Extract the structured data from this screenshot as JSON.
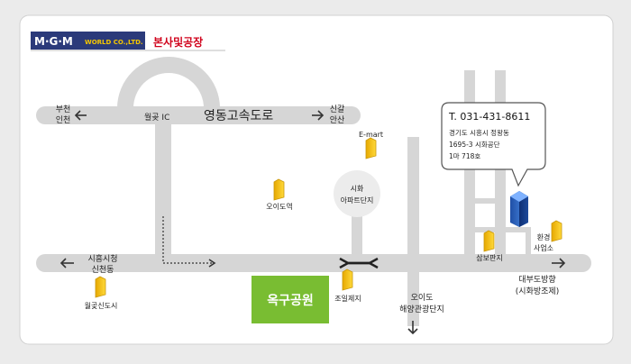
{
  "header": {
    "logo_main": "M·G·M",
    "logo_sub": "WORLD CO.,LTD.",
    "title": "본사및공장"
  },
  "roads": {
    "expressway": "영동고속도로",
    "ic": "월곶 IC",
    "west_top_line1": "부천",
    "west_top_line2": "인천",
    "east_top_line1": "신갈",
    "east_top_line2": "안산",
    "west_bottom_line1": "시흥시청",
    "west_bottom_line2": "신천동",
    "east_bottom_line1": "대부도방향",
    "east_bottom_line2": "(시화방조제)",
    "south_line1": "오이도",
    "south_line2": "해양관광단지"
  },
  "landmarks": {
    "emart": "E-mart",
    "oido_station": "오이도역",
    "apartment_line1": "시화",
    "apartment_line2": "아파트단지",
    "park": "옥구공원",
    "joil": "조일제지",
    "samboh": "삼보판지",
    "env_line1": "환경",
    "env_line2": "사업소",
    "wolgot": "월곶신도시"
  },
  "contact": {
    "phone": "T. 031-431-8611",
    "addr1": "경기도 시흥시 정왕동",
    "addr2": "1695-3 시화공단",
    "addr3": "1마 718호"
  },
  "colors": {
    "road": "#d6d6d6",
    "park": "#79bd32",
    "marker": "#f6c700",
    "building": "#2f67c8",
    "title": "#d0021b",
    "logo_bg": "#2b3a7a"
  }
}
